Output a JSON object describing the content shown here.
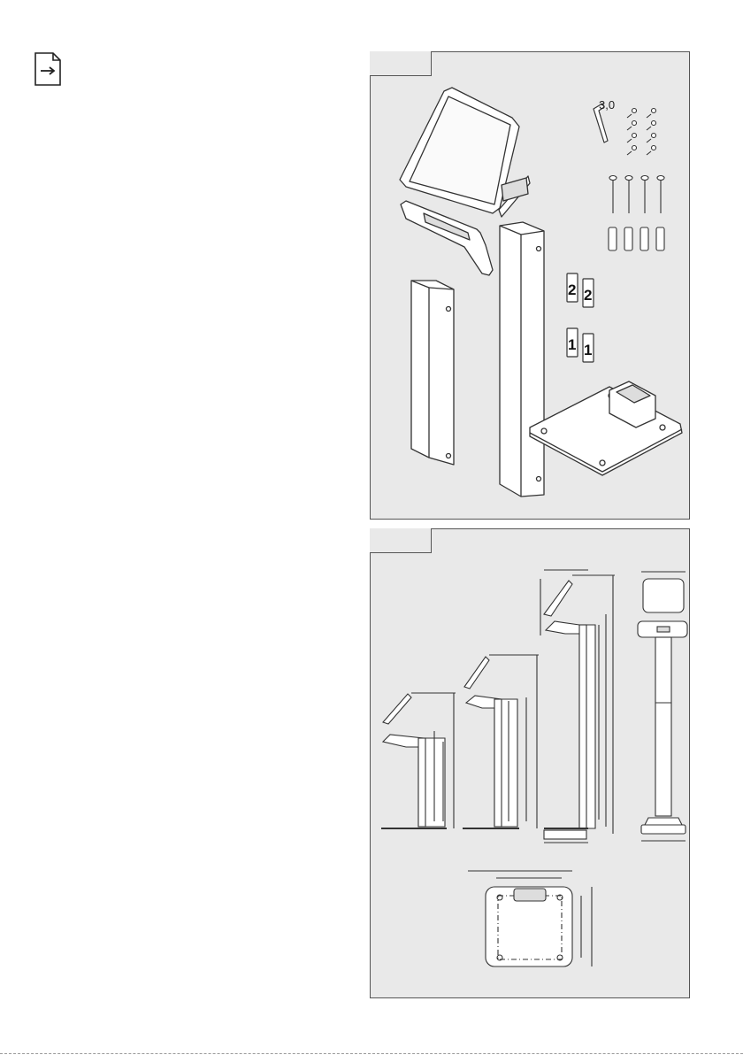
{
  "panel_a": {
    "tool_size_label": "3,0",
    "bracket_numbers": [
      "2",
      "2",
      "1",
      "1"
    ]
  },
  "colors": {
    "panel_bg": "#e9e9e9",
    "line": "#333333"
  },
  "icons": {
    "document_icon": "document-arrow-icon"
  }
}
